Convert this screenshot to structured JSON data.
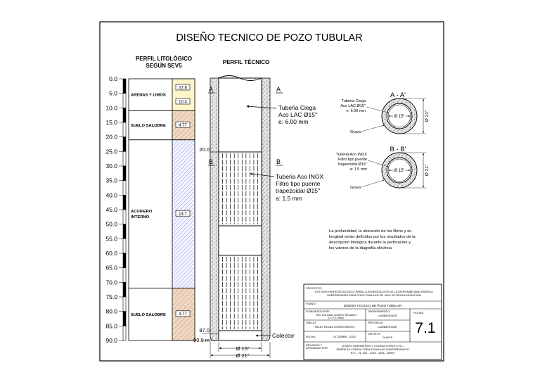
{
  "title": "DISEÑO TECNICO DE POZO TUBULAR",
  "litho_header": [
    "PERFIL LITOLÓGICO",
    "SEGÚN SEV5"
  ],
  "tech_header": "PERFIL TÉCNICO",
  "depth_ticks": [
    "0.0",
    "5.0",
    "10.0",
    "15.0",
    "20.0",
    "25.0",
    "30.0",
    "35.0",
    "40.0",
    "45.0",
    "50.0",
    "55.0",
    "60.0",
    "65.0",
    "70.0",
    "75.0",
    "80.0",
    "85.0",
    "90.0"
  ],
  "layers": [
    {
      "label": "ARENAS Y LIMOS",
      "from": 0,
      "to": 11,
      "fill": "#fbf5c8",
      "pattern": "plain",
      "values": [
        "22.8",
        "10.4"
      ]
    },
    {
      "label": "SUELO SALOBRE",
      "from": 11,
      "to": 21,
      "fill": "#f1d8c2",
      "pattern": "hatch",
      "values": [
        "4.77"
      ]
    },
    {
      "label": "ACUIFERO INTERNO",
      "from": 21,
      "to": 72,
      "fill": "#ffffff",
      "pattern": "blue",
      "values": [
        "14.7"
      ]
    },
    {
      "label": "SUELO SALOBRE",
      "from": 72,
      "to": 90,
      "fill": "#f1d8c2",
      "pattern": "hatch",
      "values": [
        "4.77"
      ]
    }
  ],
  "section_marks": {
    "a": "A",
    "b": "B"
  },
  "casing_callout": [
    "Tubeŕia Ciega",
    "Aco LAC Ø15''",
    "e: 6.00 mm"
  ],
  "screen_callout": [
    "Tubeŕia Aco INOX",
    "Filtro tipo puente",
    "trapezoidal Ø15''",
    "a: 1.5 mm"
  ],
  "depth_marks": {
    "d20": "20.0",
    "d87": "87.0",
    "d90": "90.0 m"
  },
  "collector_label": "Colector",
  "dim_inner": "Ø 15\"",
  "dim_outer": "Ø 21\"",
  "section_a": {
    "title": "A - A'",
    "notes": [
      "Tuberia Ciega",
      "Aco LAC Ø15''",
      "e: 6.00 mm"
    ],
    "gravel": "Grava",
    "inner": "Ø 15\"",
    "outer": "Ø 21\""
  },
  "section_b": {
    "title": "B - B'",
    "notes": [
      "Tuberia Aco INOX",
      "Filtro tipo puente",
      "trapezoidal Ø15''",
      "a: 1.5 mm"
    ],
    "gravel": "Grava",
    "inner": "Ø 15\"",
    "outer": "Ø 21\""
  },
  "note": [
    "La profundidad, la ubicación de los filtros y su",
    "longitud serán definidos por los resultados de la",
    "descripción litológica durante la perforación y",
    "los valores de la diagrafía eléctrica"
  ],
  "title_block": {
    "proyecto_label": "PROYECTO:",
    "proyecto": [
      "ESTUDIO HIDROGEOLOGICO PARA LA ACREDITACION DE LA DISPONIBILIDAD HIDRICA",
      "SUBTERRANEA PARA POZO TUBULAR EN VIAS DE REGULARIZACION"
    ],
    "plano_label": "PLANO:",
    "plano": "DISEÑO TECNICO DE POZO TUBULAR",
    "elaborado_label": "ELABORADO POR:",
    "elaborado": [
      "ING. WILLIAM LOVATO SEGADO",
      "C.I.P. 179062"
    ],
    "depto_label": "DEPARTAMENTO:",
    "depto": "LAMBAYEQUE",
    "dibujo_label": "DIBUJO:",
    "dibujo": "FALAY ROJAS MONTENEGRO",
    "provincia_label": "PROVINCIA:",
    "provincia": "LAMBAYEQUE",
    "fecha_label": "FECHA:",
    "fecha": "OCTUBRE - 2022",
    "distrito_label": "DISTRITO:",
    "distrito": "OLMOS",
    "figura_label": "FIGURA",
    "figura": "7.1",
    "revisado_label": [
      "REVISADO Y",
      "APROBADO POR:"
    ],
    "revisado": [
      "LOVATO INGENIEROS Y CONSULTORES S.R.L.",
      "EMPRESA CONSULTORA EN AGUAS SUBTERRANEAS",
      "R.D. - N° 001 - 2021 - ANA - DARH"
    ]
  }
}
